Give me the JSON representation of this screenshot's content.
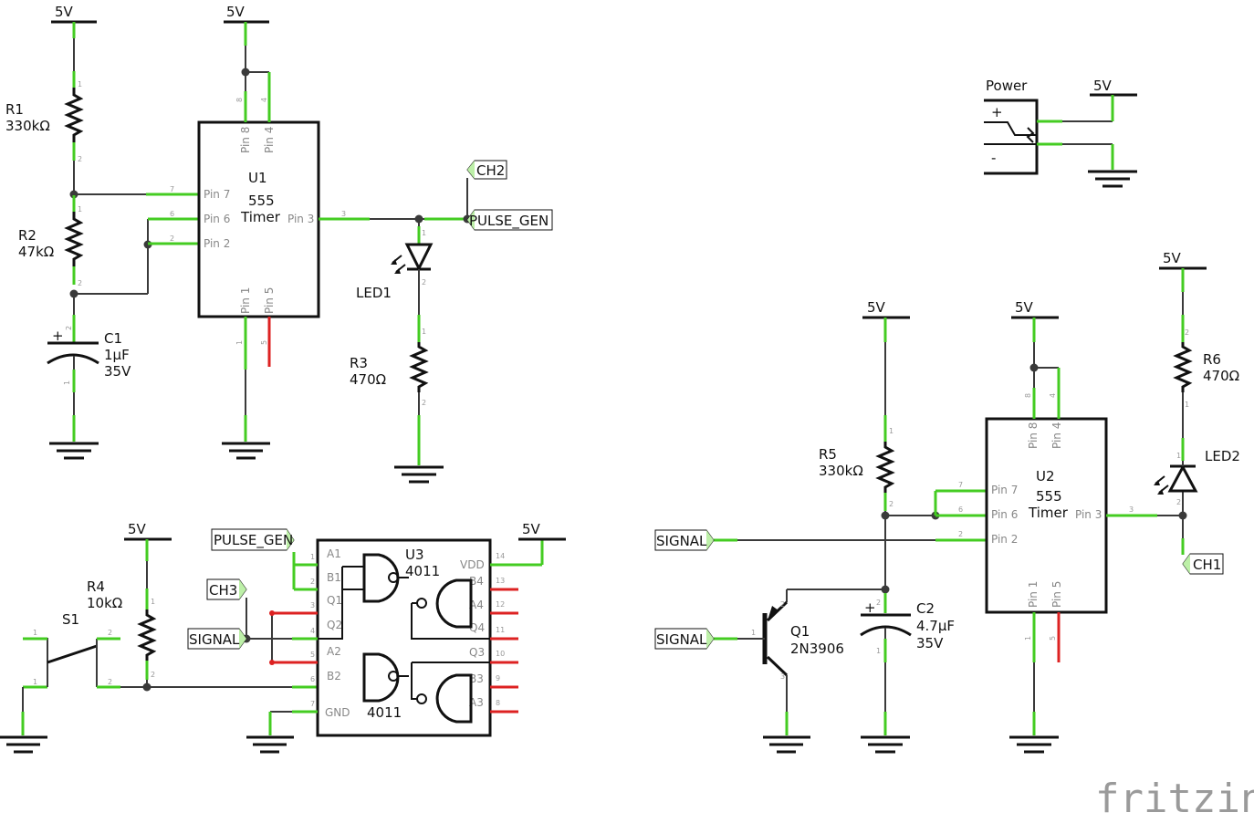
{
  "power": {
    "v5": "5V"
  },
  "u1": {
    "ref": "U1",
    "type1": "555",
    "type2": "Timer",
    "pin8": "Pin 8",
    "pin4": "Pin 4",
    "pin7": "Pin 7",
    "pin6": "Pin 6",
    "pin2": "Pin 2",
    "pin3": "Pin 3",
    "pin1": "Pin 1",
    "pin5": "Pin 5"
  },
  "u2": {
    "ref": "U2",
    "type1": "555",
    "type2": "Timer",
    "pin8": "Pin 8",
    "pin4": "Pin 4",
    "pin7": "Pin 7",
    "pin6": "Pin 6",
    "pin2": "Pin 2",
    "pin3": "Pin 3",
    "pin1": "Pin 1",
    "pin5": "Pin 5"
  },
  "u3": {
    "ref": "U3",
    "type1": "4011",
    "type2": "4011",
    "a1": "A1",
    "b1": "B1",
    "q1": "Q1",
    "q2": "Q2",
    "a2": "A2",
    "b2": "B2",
    "gnd": "GND",
    "vdd": "VDD",
    "b4": "B4",
    "a4": "A4",
    "q4": "Q4",
    "q3": "Q3",
    "b3": "B3",
    "a3": "A3"
  },
  "r1": {
    "ref": "R1",
    "val": "330kΩ"
  },
  "r2": {
    "ref": "R2",
    "val": "47kΩ"
  },
  "r3": {
    "ref": "R3",
    "val": "470Ω"
  },
  "r4": {
    "ref": "R4",
    "val": "10kΩ"
  },
  "r5": {
    "ref": "R5",
    "val": "330kΩ"
  },
  "r6": {
    "ref": "R6",
    "val": "470Ω"
  },
  "c1": {
    "ref": "C1",
    "val": "1µF",
    "volt": "35V",
    "plus": "+"
  },
  "c2": {
    "ref": "C2",
    "val": "4.7µF",
    "volt": "35V",
    "plus": "+"
  },
  "led1": {
    "ref": "LED1"
  },
  "led2": {
    "ref": "LED2"
  },
  "s1": {
    "ref": "S1"
  },
  "q1": {
    "ref": "Q1",
    "val": "2N3906"
  },
  "jack": {
    "label": "Power",
    "plus": "+",
    "minus": "-"
  },
  "nets": {
    "ch1": "CH1",
    "ch2": "CH2",
    "ch3": "CH3",
    "pulse": "PULSE_GEN",
    "signal": "SIGNAL"
  },
  "pinnums": {
    "n1": "1",
    "n2": "2",
    "n3": "3",
    "n4": "4",
    "n5": "5",
    "n6": "6",
    "n7": "7",
    "n8": "8",
    "n9": "9",
    "n10": "10",
    "n11": "11",
    "n12": "12",
    "n13": "13",
    "n14": "14"
  },
  "logo": "fritzing"
}
